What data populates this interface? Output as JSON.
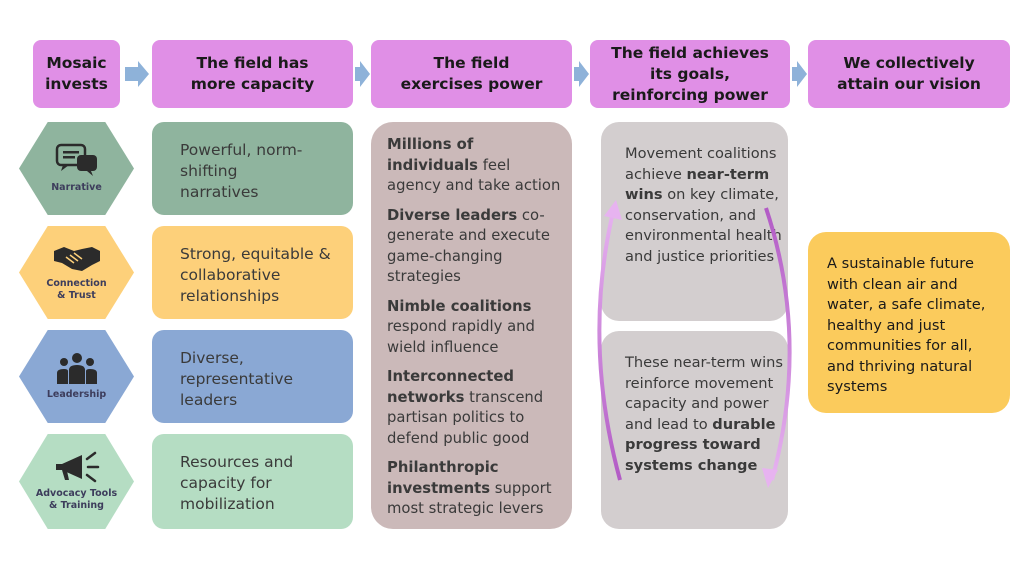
{
  "headers": [
    {
      "label": "Mosaic invests"
    },
    {
      "label": "The field has more capacity"
    },
    {
      "label": "The field exercises power"
    },
    {
      "label": "The field achieves its goals, reinforcing power"
    },
    {
      "label": "We collectively attain our vision"
    }
  ],
  "investments": [
    {
      "label": "Narrative",
      "icon": "speech-bubbles-icon",
      "color": "#8fb49e"
    },
    {
      "label": "Connection & Trust",
      "icon": "handshake-icon",
      "color": "#fdd07a"
    },
    {
      "label": "Leadership",
      "icon": "people-group-icon",
      "color": "#8aa8d4"
    },
    {
      "label": "Advocacy Tools & Training",
      "icon": "megaphone-icon",
      "color": "#b5ddc3"
    }
  ],
  "capacity": [
    {
      "text": "Powerful, norm-shifting narratives",
      "color": "#8fb49e"
    },
    {
      "text": "Strong, equitable & collaborative relationships",
      "color": "#fdd07a"
    },
    {
      "text": "Diverse, representative leaders",
      "color": "#8aa8d4"
    },
    {
      "text": "Resources and capacity for mobilization",
      "color": "#b5ddc3"
    }
  ],
  "power": [
    {
      "bold": "Millions of individuals",
      "rest": " feel agency and take action"
    },
    {
      "bold": "Diverse leaders",
      "rest": " co-generate and execute game-changing strategies"
    },
    {
      "bold": "Nimble coalitions",
      "rest": " respond rapidly and wield influence"
    },
    {
      "bold": "Interconnected networks",
      "rest": " transcend partisan politics to defend public good"
    },
    {
      "bold": "Philanthropic investments",
      "rest": " support most strategic levers"
    }
  ],
  "goals": {
    "top": {
      "pre": "Movement coalitions achieve ",
      "bold": "near-term wins",
      "post": " on key climate, conservation, and environmental health and justice priorities"
    },
    "bottom": {
      "pre": "These near-term wins reinforce movement capacity and power and lead to ",
      "bold": "durable progress toward systems change",
      "post": ""
    }
  },
  "vision": {
    "text": "A sustainable future with clean air and water, a safe climate, healthy and just communities for all, and thriving natural systems"
  },
  "colors": {
    "header": "#e08fe6",
    "arrow": "#8eb2d9",
    "power": "#cbb9b9",
    "goal": "#d3cecf",
    "vision": "#fbcb5c",
    "cycle": "#c77bd8"
  }
}
